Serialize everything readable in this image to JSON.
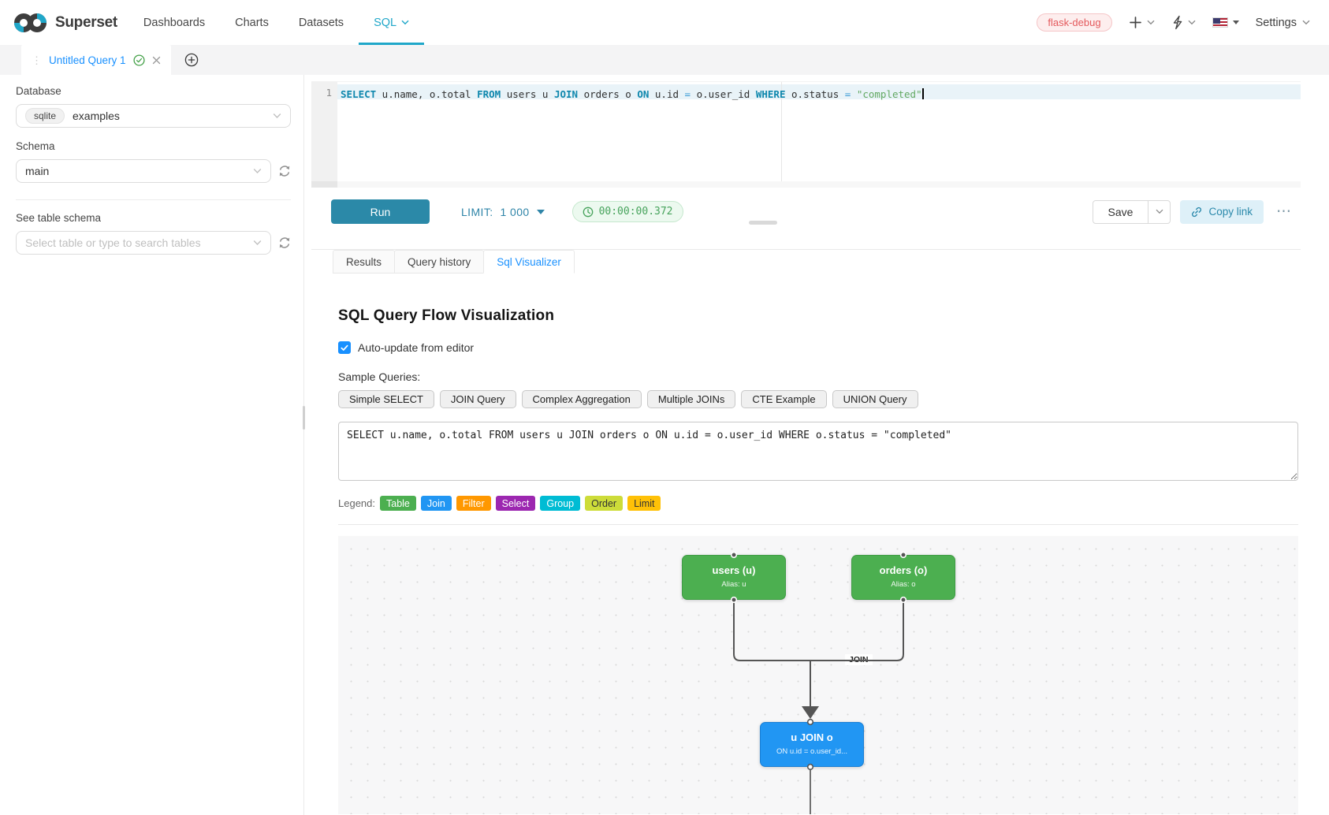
{
  "colors": {
    "primary_teal": "#20a7c9",
    "run_button": "#2b89a8",
    "link_blue": "#1890ff",
    "timer_green": "#47a35c",
    "table_node_bg": "#4caf50",
    "table_node_border": "#3f9c44",
    "join_node_bg": "#2196f3",
    "join_node_border": "#1b7fd4",
    "edge": "#555555"
  },
  "navbar": {
    "brand": "Superset",
    "items": [
      {
        "label": "Dashboards",
        "active": false,
        "caret": false
      },
      {
        "label": "Charts",
        "active": false,
        "caret": false
      },
      {
        "label": "Datasets",
        "active": false,
        "caret": false
      },
      {
        "label": "SQL",
        "active": true,
        "caret": true
      }
    ],
    "env_tag": "flask-debug",
    "settings_label": "Settings"
  },
  "query_tabstrip": {
    "active_tab_label": "Untitled Query 1"
  },
  "sidebar": {
    "database_label": "Database",
    "database_engine": "sqlite",
    "database_value": "examples",
    "schema_label": "Schema",
    "schema_value": "main",
    "table_label": "See table schema",
    "table_placeholder": "Select table or type to search tables"
  },
  "editor": {
    "line_number": "1",
    "tokens": [
      {
        "t": "SELECT",
        "c": "kw"
      },
      {
        "t": " u.name, o.total ",
        "c": "pl"
      },
      {
        "t": "FROM",
        "c": "kw"
      },
      {
        "t": " users u ",
        "c": "pl"
      },
      {
        "t": "JOIN",
        "c": "kw"
      },
      {
        "t": " orders o ",
        "c": "pl"
      },
      {
        "t": "ON",
        "c": "kw"
      },
      {
        "t": " u.id ",
        "c": "pl"
      },
      {
        "t": "=",
        "c": "op"
      },
      {
        "t": " o.user_id ",
        "c": "pl"
      },
      {
        "t": "WHERE",
        "c": "kw"
      },
      {
        "t": " o.status ",
        "c": "pl"
      },
      {
        "t": "=",
        "c": "op"
      },
      {
        "t": " ",
        "c": "pl"
      },
      {
        "t": "\"completed\"",
        "c": "str"
      }
    ]
  },
  "toolbar": {
    "run_label": "Run",
    "limit_label": "LIMIT:",
    "limit_value": "1 000",
    "timer_value": "00:00:00.372",
    "save_label": "Save",
    "copy_link_label": "Copy link",
    "more_label": "⋯"
  },
  "south_tabs": {
    "items": [
      {
        "label": "Results",
        "active": false
      },
      {
        "label": "Query history",
        "active": false
      },
      {
        "label": "Sql Visualizer",
        "active": true
      }
    ]
  },
  "visualizer": {
    "title": "SQL Query Flow Visualization",
    "auto_update_label": "Auto-update from editor",
    "auto_update_checked": true,
    "sample_queries_label": "Sample Queries:",
    "sample_buttons": [
      "Simple SELECT",
      "JOIN Query",
      "Complex Aggregation",
      "Multiple JOINs",
      "CTE Example",
      "UNION Query"
    ],
    "query_text": "SELECT u.name, o.total FROM users u JOIN orders o ON u.id = o.user_id WHERE o.status = \"completed\"",
    "legend_label": "Legend:",
    "legend": [
      {
        "label": "Table",
        "bg": "#4caf50",
        "fg": "#ffffff"
      },
      {
        "label": "Join",
        "bg": "#2196f3",
        "fg": "#ffffff"
      },
      {
        "label": "Filter",
        "bg": "#ff9800",
        "fg": "#ffffff"
      },
      {
        "label": "Select",
        "bg": "#9c27b0",
        "fg": "#ffffff"
      },
      {
        "label": "Group",
        "bg": "#00bcd4",
        "fg": "#ffffff"
      },
      {
        "label": "Order",
        "bg": "#cddc39",
        "fg": "#333333"
      },
      {
        "label": "Limit",
        "bg": "#ffc107",
        "fg": "#333333"
      }
    ],
    "flow": {
      "nodes": [
        {
          "id": "users",
          "type": "table",
          "title": "users (u)",
          "subtitle": "Alias: u"
        },
        {
          "id": "orders",
          "type": "table",
          "title": "orders (o)",
          "subtitle": "Alias: o"
        },
        {
          "id": "join",
          "type": "join",
          "title": "u JOIN o",
          "subtitle": "ON u.id = o.user_id..."
        }
      ],
      "edge_label": "JOIN"
    }
  }
}
